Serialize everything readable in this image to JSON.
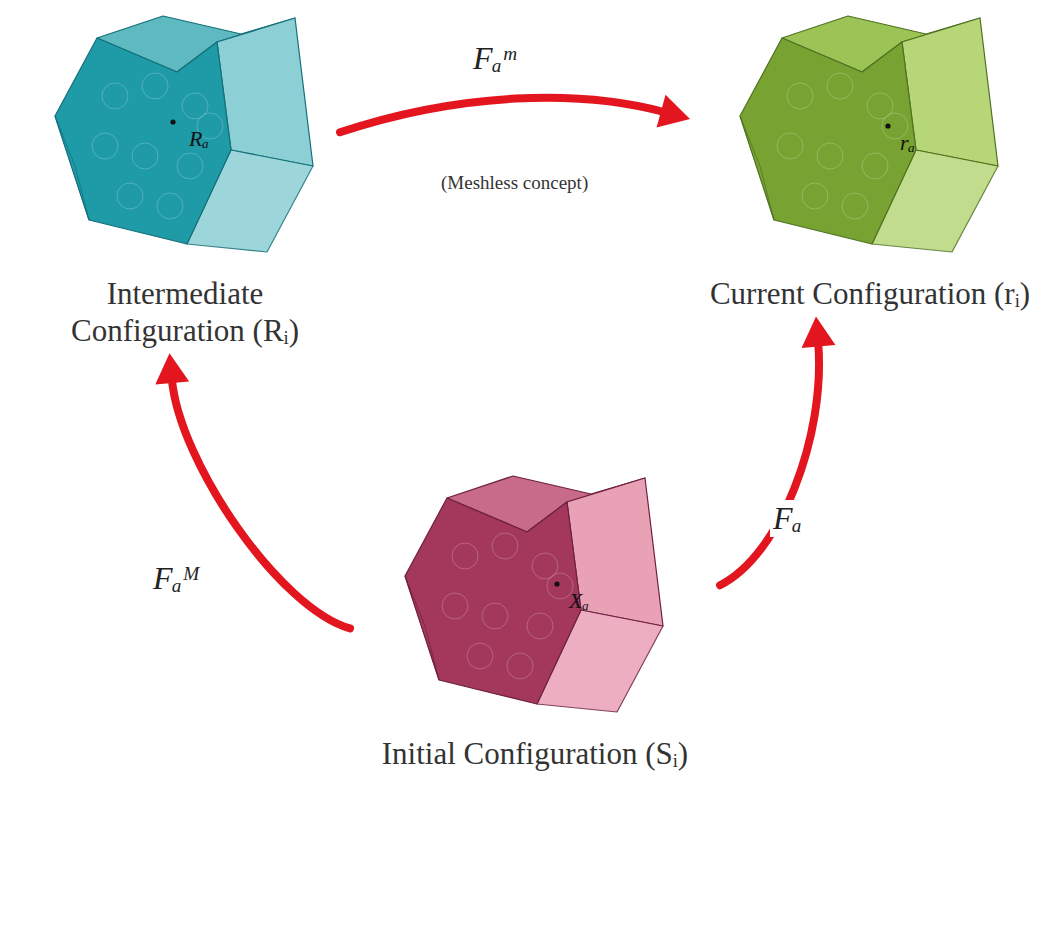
{
  "diagram": {
    "nodes": [
      {
        "text": [
          "Rₐ",
          "Intermediate Configuration (Rᵢ)"
        ]
      },
      {
        "text": [
          "rₐ",
          "Current Configuration (rᵢ)"
        ]
      },
      {
        "text": [
          "Xₐ",
          "Initial Configuration (Sᵢ)"
        ]
      }
    ],
    "edges": [
      {
        "from": 2,
        "to": 0,
        "arrow": "to",
        "label": "Fₐᴹ"
      },
      {
        "from": 0,
        "to": 1,
        "arrow": "to",
        "label": "Fₐᵐ"
      },
      {
        "from": 2,
        "to": 1,
        "arrow": "to",
        "label": "Fₐ"
      }
    ],
    "labels": [
      "(Meshless concept)"
    ]
  }
}
